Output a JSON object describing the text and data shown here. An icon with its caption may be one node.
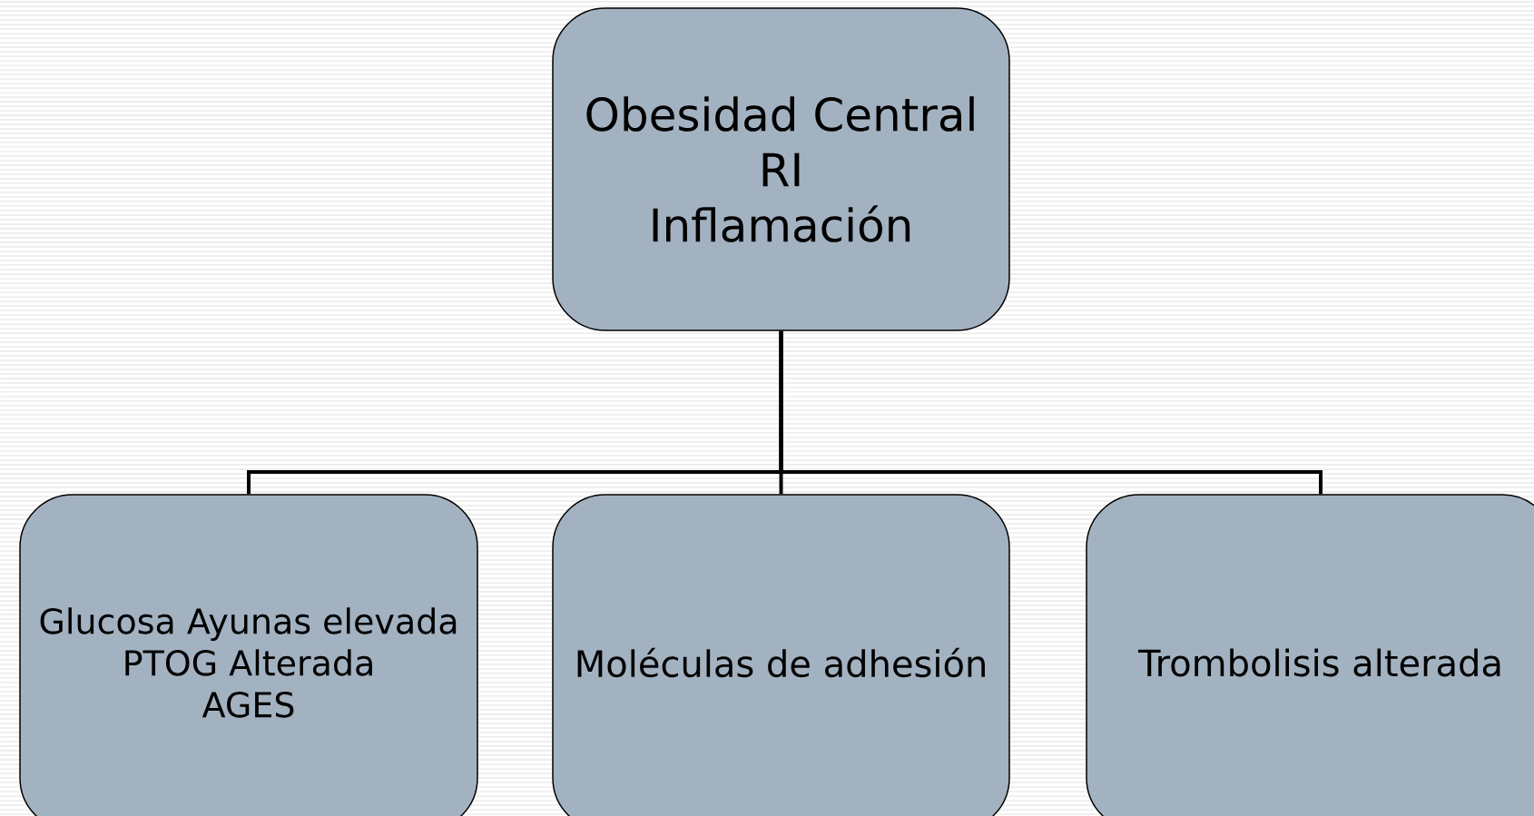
{
  "diagram": {
    "nodes": [
      {
        "text": [
          "Obesidad Central",
          "RI",
          "Inflamación"
        ]
      },
      {
        "text": [
          "Glucosa Ayunas elevada",
          "PTOG Alterada",
          "AGES"
        ]
      },
      {
        "text": [
          "Moléculas de adhesión"
        ]
      },
      {
        "text": [
          "Trombolisis alterada"
        ]
      }
    ],
    "edges": [
      {
        "from": 0,
        "to": 1,
        "arrow": "none"
      },
      {
        "from": 0,
        "to": 2,
        "arrow": "none"
      },
      {
        "from": 0,
        "to": 3,
        "arrow": "none"
      }
    ]
  }
}
